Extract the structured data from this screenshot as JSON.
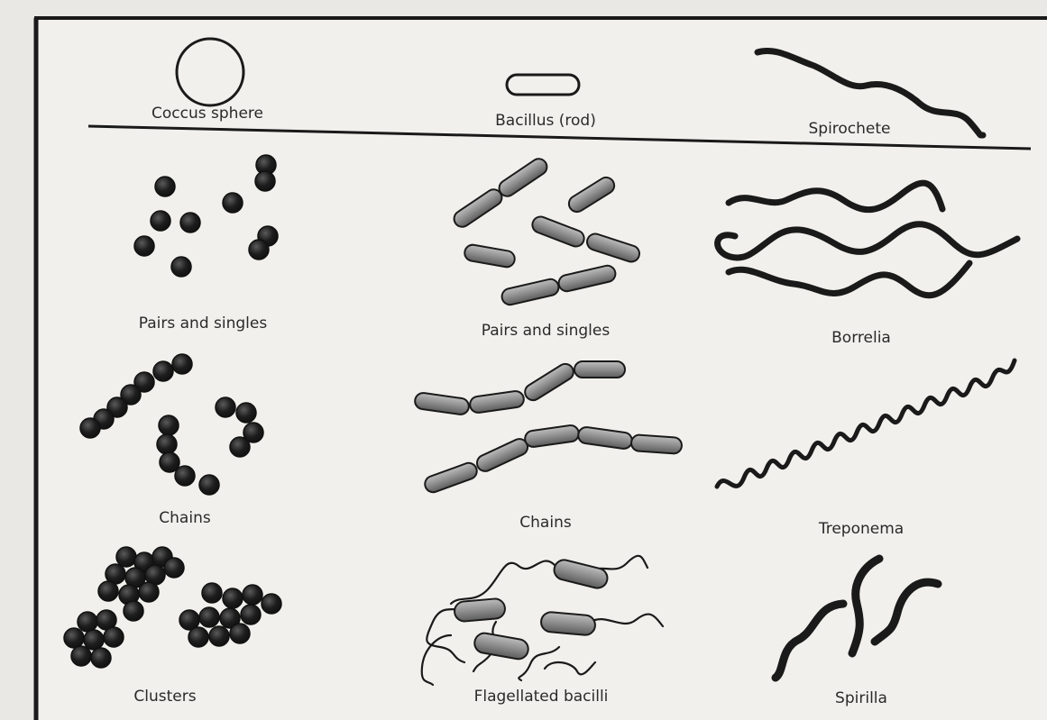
{
  "header": {
    "shapes": [
      {
        "label": "Coccus sphere"
      },
      {
        "label": "Bacillus (rod)"
      },
      {
        "label": "Spirochete"
      }
    ]
  },
  "grid": {
    "cocci": [
      {
        "label": "Pairs and singles"
      },
      {
        "label": "Chains"
      },
      {
        "label": "Clusters"
      }
    ],
    "bacilli": [
      {
        "label": "Pairs and singles"
      },
      {
        "label": "Chains"
      },
      {
        "label": "Flagellated bacilli"
      }
    ],
    "spirochetes": [
      {
        "label": "Borrelia"
      },
      {
        "label": "Treponema"
      },
      {
        "label": "Spirilla"
      }
    ]
  },
  "colors": {
    "background": "#e9e8e4",
    "frame": "#1a1a1a",
    "coccus_fill": "#1d1d1d",
    "rod_fill": "#8e8e8e",
    "rod_stroke": "#1a1a1a",
    "spiral": "#1a1a1a"
  }
}
